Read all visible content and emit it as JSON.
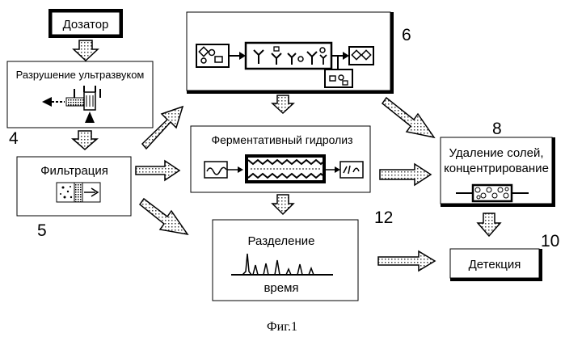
{
  "diagram": {
    "boxes": {
      "dispenser": "Дозатор",
      "ultrasound": "Разрушение ультразвуком",
      "filtration": "Фильтрация",
      "hydrolysis": "Ферментативный гидролиз",
      "separation": "Разделение",
      "separation_axis": "время",
      "desalting_line1": "Удаление солей,",
      "desalting_line2": "концентрирование",
      "detection": "Детекция"
    },
    "numbers": {
      "n4": "4",
      "n5": "5",
      "n6": "6",
      "n8": "8",
      "n10": "10",
      "n12": "12"
    },
    "caption": "Фиг.1"
  }
}
